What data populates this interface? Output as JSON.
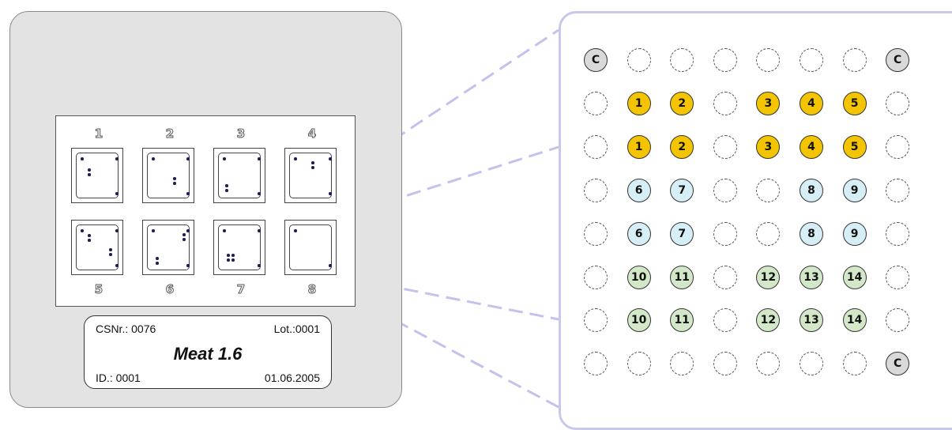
{
  "colors": {
    "card_background": "#e3e3e3",
    "zoom_border": "#c8c8ea",
    "connector": "#c2c2ec",
    "control_well": "#d9d9d9",
    "group_yellow": "#f4c400",
    "group_blue": "#d6eef5",
    "group_green": "#d3e8c8",
    "spot": "#1d1d5a"
  },
  "chambers": [
    {
      "number": "1"
    },
    {
      "number": "2"
    },
    {
      "number": "3"
    },
    {
      "number": "4"
    },
    {
      "number": "5"
    },
    {
      "number": "6"
    },
    {
      "number": "7"
    },
    {
      "number": "8"
    }
  ],
  "label": {
    "csnr": "CSNr.: 0076",
    "lot": "Lot.:0001",
    "title": "Meat 1.6",
    "id": "ID.: 0001",
    "date": "01.06.2005"
  },
  "zoom_grid": {
    "rows": [
      [
        {
          "t": "c",
          "l": "C"
        },
        {
          "t": "e"
        },
        {
          "t": "e"
        },
        {
          "t": "e"
        },
        {
          "t": "e"
        },
        {
          "t": "e"
        },
        {
          "t": "e"
        },
        {
          "t": "c",
          "l": "C"
        }
      ],
      [
        {
          "t": "e"
        },
        {
          "t": "y",
          "l": "1"
        },
        {
          "t": "y",
          "l": "2"
        },
        {
          "t": "e"
        },
        {
          "t": "y",
          "l": "3"
        },
        {
          "t": "y",
          "l": "4"
        },
        {
          "t": "y",
          "l": "5"
        },
        {
          "t": "e"
        }
      ],
      [
        {
          "t": "e"
        },
        {
          "t": "y",
          "l": "1"
        },
        {
          "t": "y",
          "l": "2"
        },
        {
          "t": "e"
        },
        {
          "t": "y",
          "l": "3"
        },
        {
          "t": "y",
          "l": "4"
        },
        {
          "t": "y",
          "l": "5"
        },
        {
          "t": "e"
        }
      ],
      [
        {
          "t": "e"
        },
        {
          "t": "b",
          "l": "6"
        },
        {
          "t": "b",
          "l": "7"
        },
        {
          "t": "e"
        },
        {
          "t": "e"
        },
        {
          "t": "b",
          "l": "8"
        },
        {
          "t": "b",
          "l": "9"
        },
        {
          "t": "e"
        }
      ],
      [
        {
          "t": "e"
        },
        {
          "t": "b",
          "l": "6"
        },
        {
          "t": "b",
          "l": "7"
        },
        {
          "t": "e"
        },
        {
          "t": "e"
        },
        {
          "t": "b",
          "l": "8"
        },
        {
          "t": "b",
          "l": "9"
        },
        {
          "t": "e"
        }
      ],
      [
        {
          "t": "e"
        },
        {
          "t": "g",
          "l": "10"
        },
        {
          "t": "g",
          "l": "11"
        },
        {
          "t": "e"
        },
        {
          "t": "g",
          "l": "12"
        },
        {
          "t": "g",
          "l": "13"
        },
        {
          "t": "g",
          "l": "14"
        },
        {
          "t": "e"
        }
      ],
      [
        {
          "t": "e"
        },
        {
          "t": "g",
          "l": "10"
        },
        {
          "t": "g",
          "l": "11"
        },
        {
          "t": "e"
        },
        {
          "t": "g",
          "l": "12"
        },
        {
          "t": "g",
          "l": "13"
        },
        {
          "t": "g",
          "l": "14"
        },
        {
          "t": "e"
        }
      ],
      [
        {
          "t": "e"
        },
        {
          "t": "e"
        },
        {
          "t": "e"
        },
        {
          "t": "e"
        },
        {
          "t": "e"
        },
        {
          "t": "e"
        },
        {
          "t": "e"
        },
        {
          "t": "c",
          "l": "C"
        }
      ]
    ]
  }
}
